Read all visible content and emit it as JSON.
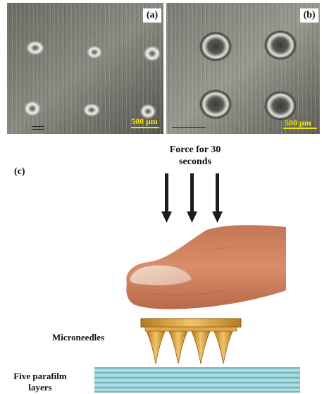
{
  "panel_a": {
    "label": "(a)",
    "scale_text": "500 μm"
  },
  "panel_b": {
    "label": "(b)",
    "scale_text": "500 μm"
  },
  "panel_c": {
    "label": "(c)",
    "force_label": "Force for 30\nseconds",
    "microneedles_label": "Microneedles",
    "parafilm_label": "Five parafilm\nlayers"
  },
  "colors": {
    "scale_bar": "#f2e200",
    "needle": "#d9a23e",
    "parafilm": "#9fd6dc",
    "skin": "#d98d68"
  }
}
